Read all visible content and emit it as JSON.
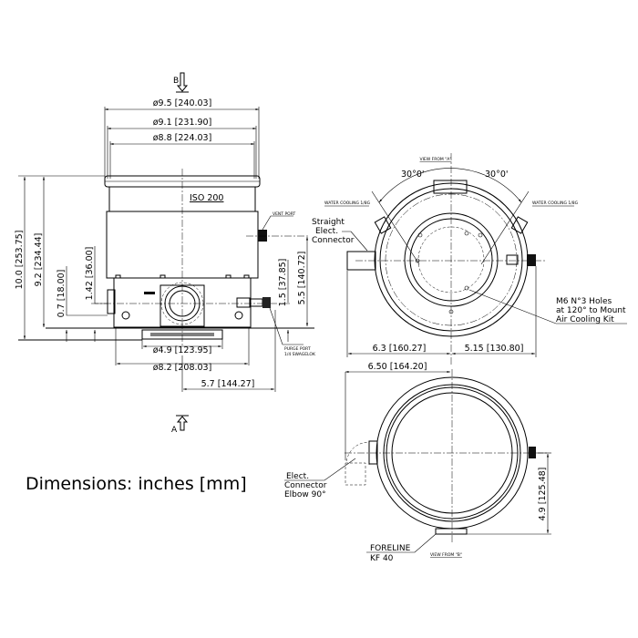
{
  "side_view": {
    "view_b_marker": "B",
    "view_a_marker": "A",
    "flange_label": "ISO 200",
    "vent_port": "VENT PORT",
    "purge_port_line1": "PURGE PORT",
    "purge_port_line2": "1/4 SWAGELOK",
    "dims": {
      "d95": "ø9.5 [240.03]",
      "d91": "ø9.1 [231.90]",
      "d88": "ø8.8 [224.03]",
      "h100": "10.0 [253.75]",
      "h92": "9.2 [234.44]",
      "h07": "0.7 [18.00]",
      "h142": "1.42 [36.00]",
      "h15": "1.5 [37.85]",
      "h55": "5.5 [140.72]",
      "d49": "ø4.9 [123.95]",
      "d82": "ø8.2 [208.03]",
      "w57": "5.7 [144.27]"
    }
  },
  "top_view": {
    "title": "VIEW FROM \"A\"",
    "angle_left": "30°0'",
    "angle_right": "30°0'",
    "water_left": "WATER COOLING 1/8G",
    "water_right": "WATER COOLING 1/8G",
    "connector_lines": [
      "Straight",
      "Elect.",
      "Connector"
    ],
    "holes_lines": [
      "M6 N°3 Holes",
      "at 120° to Mount",
      "Air Cooling Kit"
    ],
    "dims": {
      "w63": "6.3 [160.27]",
      "w515": "5.15 [130.80]",
      "w650": "6.50 [164.20]"
    }
  },
  "bottom_view": {
    "title": "VIEW FROM \"B\"",
    "foreline_line1": "FORELINE",
    "foreline_line2": "KF 40",
    "connector_lines": [
      "Elect.",
      "Connector",
      "Elbow 90°"
    ],
    "dims": {
      "h49": "4.9 [125.48]"
    }
  },
  "legend": "Dimensions:  inches [mm]"
}
